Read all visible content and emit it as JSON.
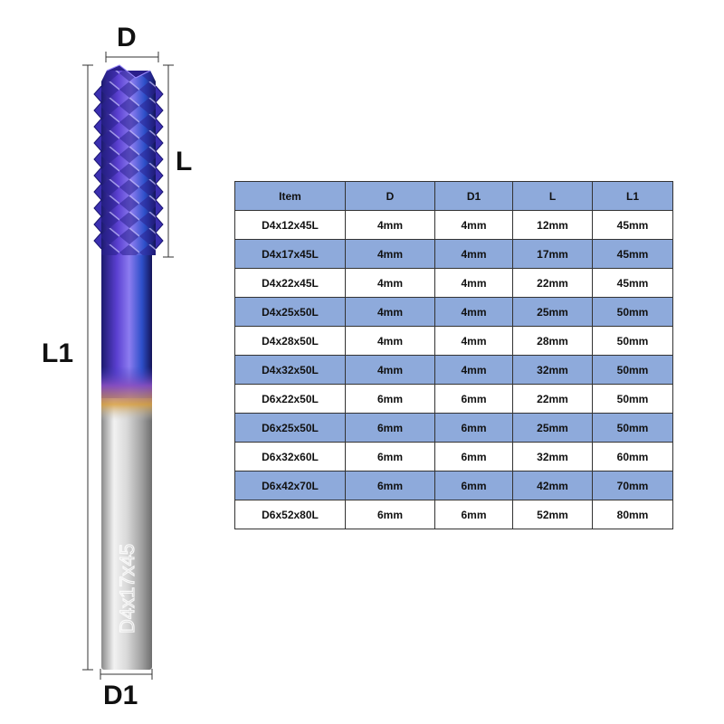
{
  "dimension_labels": {
    "d": "D",
    "l": "L",
    "l1": "L1",
    "d1": "D1"
  },
  "shank_engraving": "D4x17x45",
  "colors": {
    "header_fill": "#8eaadb",
    "alt_row_fill": "#8eaadb",
    "coating_purple": "#5a3fd0",
    "coating_blue": "#2d4fc9",
    "shank_silver": "#c8c8c8"
  },
  "table": {
    "headers": [
      "Item",
      "D",
      "D1",
      "L",
      "L1"
    ],
    "rows": [
      [
        "D4x12x45L",
        "4mm",
        "4mm",
        "12mm",
        "45mm"
      ],
      [
        "D4x17x45L",
        "4mm",
        "4mm",
        "17mm",
        "45mm"
      ],
      [
        "D4x22x45L",
        "4mm",
        "4mm",
        "22mm",
        "45mm"
      ],
      [
        "D4x25x50L",
        "4mm",
        "4mm",
        "25mm",
        "50mm"
      ],
      [
        "D4x28x50L",
        "4mm",
        "4mm",
        "28mm",
        "50mm"
      ],
      [
        "D4x32x50L",
        "4mm",
        "4mm",
        "32mm",
        "50mm"
      ],
      [
        "D6x22x50L",
        "6mm",
        "6mm",
        "22mm",
        "50mm"
      ],
      [
        "D6x25x50L",
        "6mm",
        "6mm",
        "25mm",
        "50mm"
      ],
      [
        "D6x32x60L",
        "6mm",
        "6mm",
        "32mm",
        "60mm"
      ],
      [
        "D6x42x70L",
        "6mm",
        "6mm",
        "42mm",
        "70mm"
      ],
      [
        "D6x52x80L",
        "6mm",
        "6mm",
        "52mm",
        "80mm"
      ]
    ]
  }
}
